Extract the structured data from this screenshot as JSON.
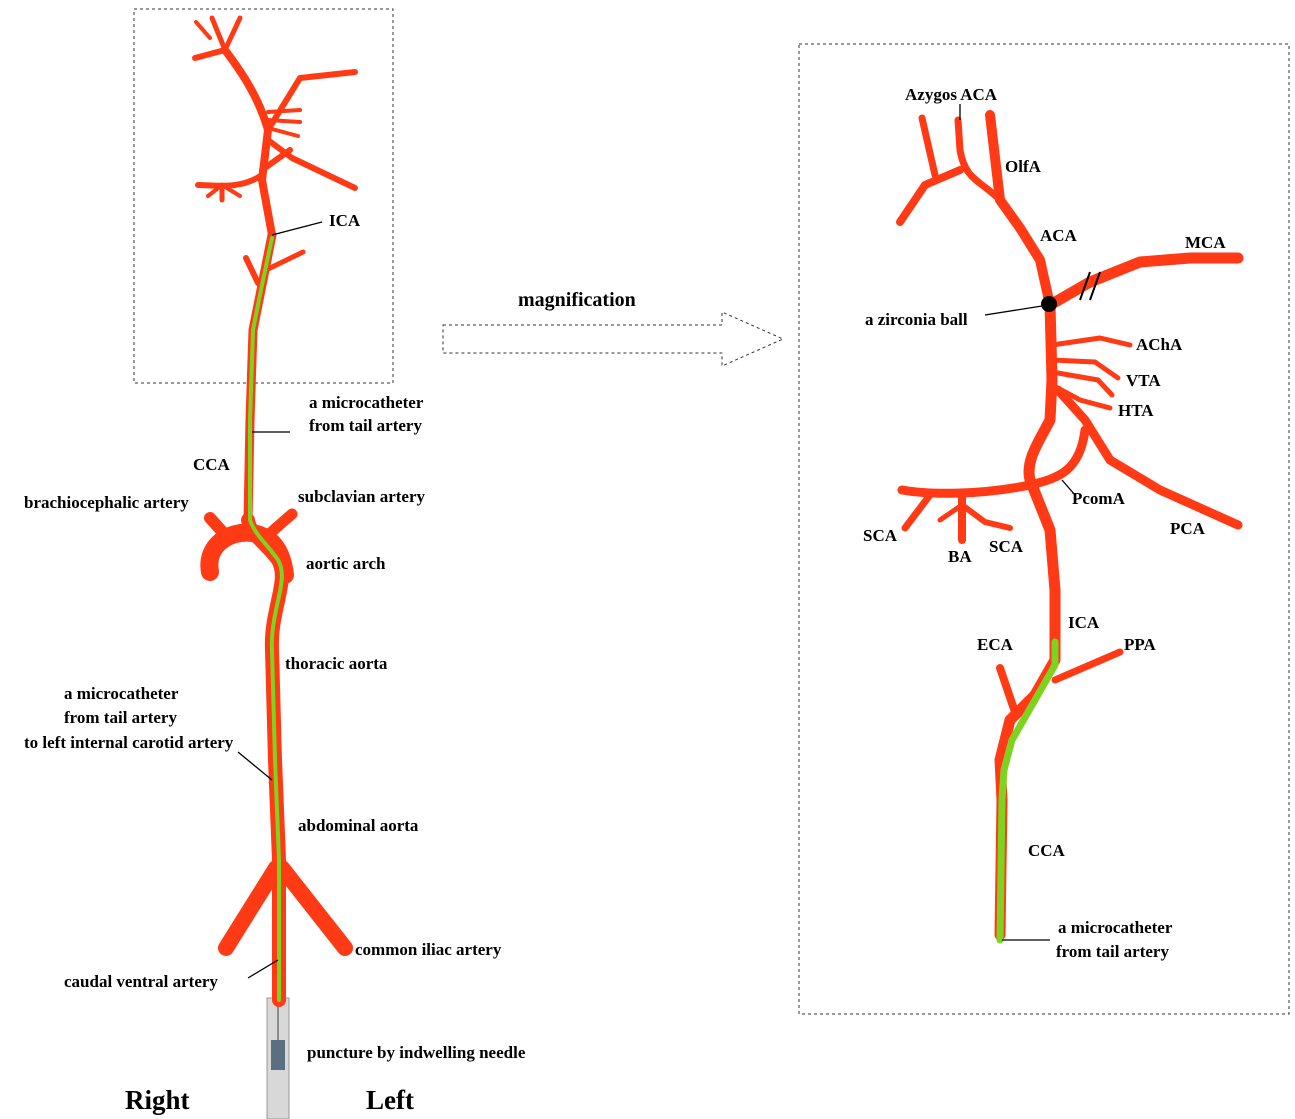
{
  "left_panel": {
    "labels": {
      "ica": "ICA",
      "microcatheter_line1": "a microcatheter",
      "microcatheter_line2": "from tail artery",
      "cca": "CCA",
      "brachiocephalic": "brachiocephalic artery",
      "subclavian": "subclavian artery",
      "aortic_arch": "aortic arch",
      "thoracic_aorta": "thoracic aorta",
      "route_line1": "a microcatheter",
      "route_line2": "from tail artery",
      "route_line3": "to left internal carotid artery",
      "abdominal_aorta": "abdominal aorta",
      "common_iliac": "common iliac artery",
      "caudal_ventral": "caudal ventral artery",
      "puncture": "puncture by indwelling needle",
      "right": "Right",
      "left": "Left"
    }
  },
  "arrow": {
    "label": "magnification"
  },
  "right_panel": {
    "labels": {
      "azygos_aca": "Azygos ACA",
      "olfa": "OlfA",
      "aca": "ACA",
      "mca": "MCA",
      "zirconia_ball": "a zirconia ball",
      "acha": "AChA",
      "vta": "VTA",
      "hta": "HTA",
      "pcoma": "PcomA",
      "pca": "PCA",
      "sca_left": "SCA",
      "ba": "BA",
      "sca_right": "SCA",
      "ica": "ICA",
      "eca": "ECA",
      "ppa": "PPA",
      "cca": "CCA",
      "microcatheter_line1": "a microcatheter",
      "microcatheter_line2": "from tail artery"
    }
  },
  "colors": {
    "vessel": "#ff3a14",
    "vessel_edge": "#d42a08",
    "catheter": "#7ed321",
    "needle": "#c8c8c8"
  }
}
